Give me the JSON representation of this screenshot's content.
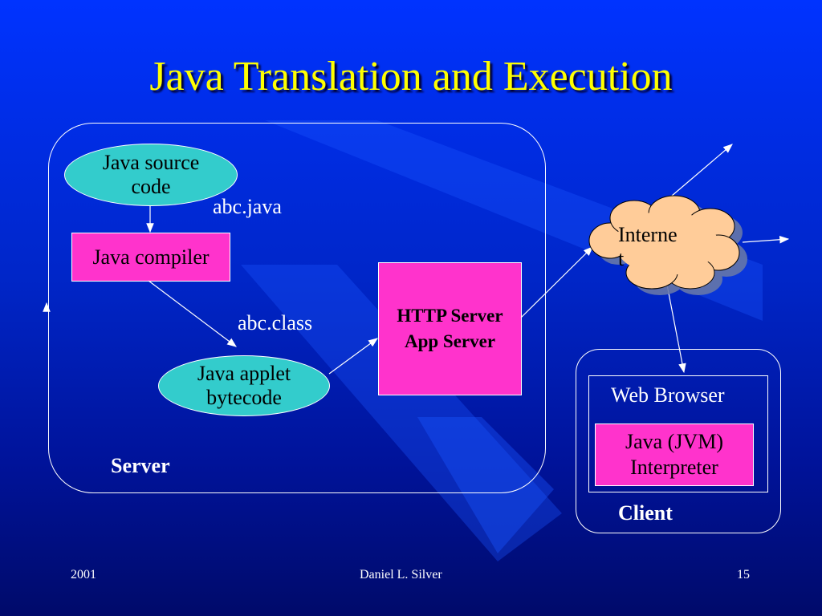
{
  "title": "Java Translation and Execution",
  "server": {
    "label": "Server",
    "source_oval": [
      "Java source",
      "code"
    ],
    "source_file": "abc.java",
    "compiler": "Java compiler",
    "class_file": "abc.class",
    "applet_oval": [
      "Java applet",
      "bytecode"
    ],
    "http_server": [
      "HTTP Server",
      "App Server"
    ]
  },
  "internet": [
    "Interne",
    "t"
  ],
  "client": {
    "label": "Client",
    "browser": "Web Browser",
    "jvm": [
      "Java (JVM)",
      "Interpreter"
    ]
  },
  "footer": {
    "year": "2001",
    "author": "Daniel L. Silver",
    "page": "15"
  },
  "colors": {
    "title": "#ffff00",
    "oval_fill": "#33cccc",
    "box_fill": "#ff33cc",
    "cloud_fill": "#ffcc99",
    "background": "#0033ff"
  }
}
